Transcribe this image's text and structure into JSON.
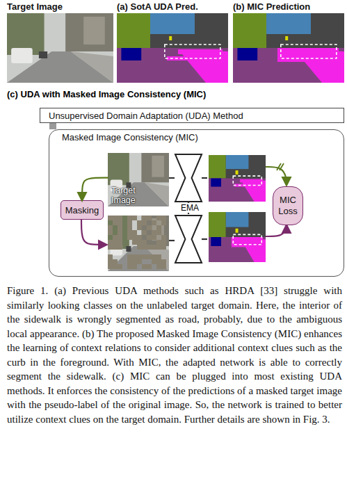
{
  "diagram": {
    "caption": "Figure 1. (a) Previous UDA methods such as HRDA [33] struggle with similarly looking classes on the unlabeled target domain. Here, the interior of the sidewalk is wrongly segmented as road, probably, due to the ambiguous local appearance. (b) The proposed Masked Image Consistency (MIC) enhances the learning of context relations to consider additional context clues such as the curb in the foreground. With MIC, the adapted network is able to correctly segment the sidewalk. (c) MIC can be plugged into most existing UDA methods. It enforces the consistency of the predictions of a masked target image with the pseudo-label of the original image. So, the network is trained to better utilize context clues on the target domain. Further details are shown in Fig. 3.",
    "nodes": [
      {
        "text": [
          "Target Image"
        ]
      },
      {
        "text": [
          "(a) SotA UDA Pred."
        ]
      },
      {
        "text": [
          "(b) MIC Prediction"
        ]
      },
      {
        "text": [
          "Unsupervised Domain Adaptation (UDA) Method"
        ]
      },
      {
        "text": [
          "Masked Image Consistency (MIC)"
        ]
      },
      {
        "text": [
          "Target Image"
        ],
        "in": 4
      },
      {
        "text": [
          "Masking"
        ],
        "in": 4
      },
      {
        "text": [
          "MIC Loss"
        ],
        "in": 4
      }
    ],
    "edges": [
      {
        "from": 3,
        "to": 4,
        "arrow": "none"
      },
      {
        "from": 5,
        "to": 6,
        "arrow": "to"
      }
    ],
    "labels": [
      "(c) UDA with Masked Image Consistency (MIC)",
      "EMA"
    ]
  }
}
